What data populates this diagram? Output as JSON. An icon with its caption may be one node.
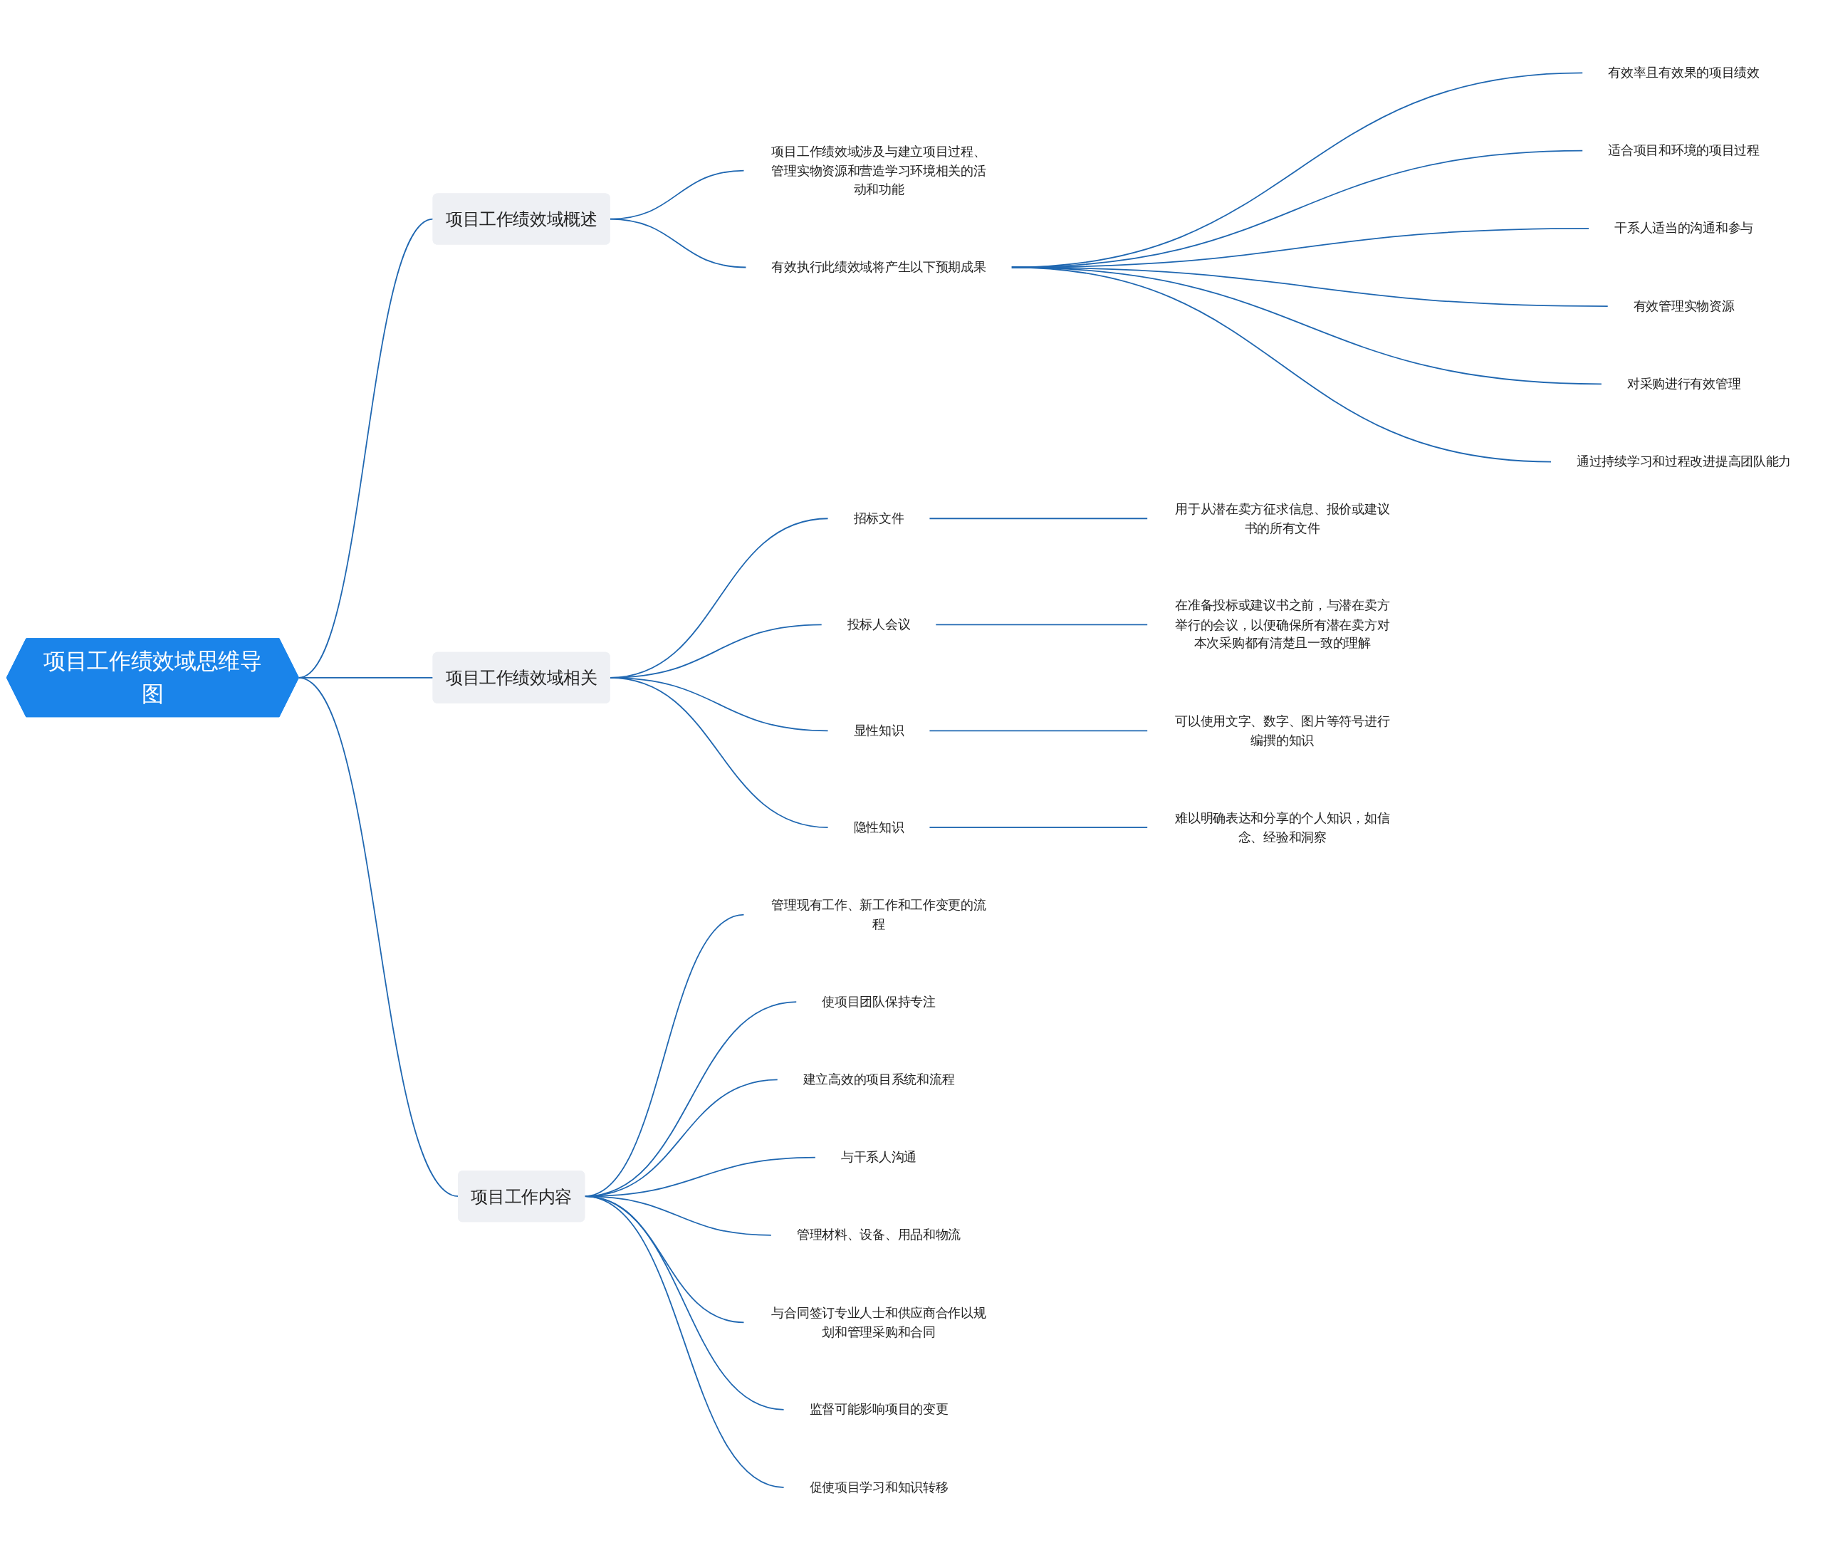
{
  "diagram": {
    "nodes": [
      {
        "text": [
          "项目工作绩效域思维导图"
        ]
      },
      {
        "text": [
          "项目工作绩效域概述"
        ]
      },
      {
        "text": [
          "项目工作绩效域涉及与建立项目过程、管理实物资源和营造学习环境相关的活动和功能"
        ]
      },
      {
        "text": [
          "有效执行此绩效域将产生以下预期成果"
        ]
      },
      {
        "text": [
          "有效率且有效果的项目绩效"
        ]
      },
      {
        "text": [
          "适合项目和环境的项目过程"
        ]
      },
      {
        "text": [
          "干系人适当的沟通和参与"
        ]
      },
      {
        "text": [
          "有效管理实物资源"
        ]
      },
      {
        "text": [
          "对采购进行有效管理"
        ]
      },
      {
        "text": [
          "通过持续学习和过程改进提高团队能力"
        ]
      },
      {
        "text": [
          "项目工作绩效域相关"
        ]
      },
      {
        "text": [
          "招标文件"
        ]
      },
      {
        "text": [
          "用于从潜在卖方征求信息、报价或建议书的所有文件"
        ]
      },
      {
        "text": [
          "投标人会议"
        ]
      },
      {
        "text": [
          "在准备投标或建议书之前，与潜在卖方举行的会议，以便确保所有潜在卖方对本次采购都有清楚且一致的理解"
        ]
      },
      {
        "text": [
          "显性知识"
        ]
      },
      {
        "text": [
          "可以使用文字、数字、图片等符号进行编撰的知识"
        ]
      },
      {
        "text": [
          "隐性知识"
        ]
      },
      {
        "text": [
          "难以明确表达和分享的个人知识，如信念、经验和洞察"
        ]
      },
      {
        "text": [
          "项目工作内容"
        ]
      },
      {
        "text": [
          "管理现有工作、新工作和工作变更的流程"
        ]
      },
      {
        "text": [
          "使项目团队保持专注"
        ]
      },
      {
        "text": [
          "建立高效的项目系统和流程"
        ]
      },
      {
        "text": [
          "与干系人沟通"
        ]
      },
      {
        "text": [
          "管理材料、设备、用品和物流"
        ]
      },
      {
        "text": [
          "与合同签订专业人士和供应商合作以规划和管理采购和合同"
        ]
      },
      {
        "text": [
          "监督可能影响项目的变更"
        ]
      },
      {
        "text": [
          "促使项目学习和知识转移"
        ]
      }
    ],
    "edges": [
      {
        "from": 0,
        "to": 1,
        "arrow": "none"
      },
      {
        "from": 1,
        "to": 2,
        "arrow": "none"
      },
      {
        "from": 1,
        "to": 3,
        "arrow": "none"
      },
      {
        "from": 3,
        "to": 4,
        "arrow": "none"
      },
      {
        "from": 3,
        "to": 5,
        "arrow": "none"
      },
      {
        "from": 3,
        "to": 6,
        "arrow": "none"
      },
      {
        "from": 3,
        "to": 7,
        "arrow": "none"
      },
      {
        "from": 3,
        "to": 8,
        "arrow": "none"
      },
      {
        "from": 3,
        "to": 9,
        "arrow": "none"
      },
      {
        "from": 0,
        "to": 10,
        "arrow": "none"
      },
      {
        "from": 10,
        "to": 11,
        "arrow": "none"
      },
      {
        "from": 11,
        "to": 12,
        "arrow": "none"
      },
      {
        "from": 10,
        "to": 13,
        "arrow": "none"
      },
      {
        "from": 13,
        "to": 14,
        "arrow": "none"
      },
      {
        "from": 10,
        "to": 15,
        "arrow": "none"
      },
      {
        "from": 15,
        "to": 16,
        "arrow": "none"
      },
      {
        "from": 10,
        "to": 17,
        "arrow": "none"
      },
      {
        "from": 17,
        "to": 18,
        "arrow": "none"
      },
      {
        "from": 0,
        "to": 19,
        "arrow": "none"
      },
      {
        "from": 19,
        "to": 20,
        "arrow": "none"
      },
      {
        "from": 19,
        "to": 21,
        "arrow": "none"
      },
      {
        "from": 19,
        "to": 22,
        "arrow": "none"
      },
      {
        "from": 19,
        "to": 23,
        "arrow": "none"
      },
      {
        "from": 19,
        "to": 24,
        "arrow": "none"
      },
      {
        "from": 19,
        "to": 25,
        "arrow": "none"
      },
      {
        "from": 19,
        "to": 26,
        "arrow": "none"
      },
      {
        "from": 19,
        "to": 27,
        "arrow": "none"
      }
    ]
  }
}
